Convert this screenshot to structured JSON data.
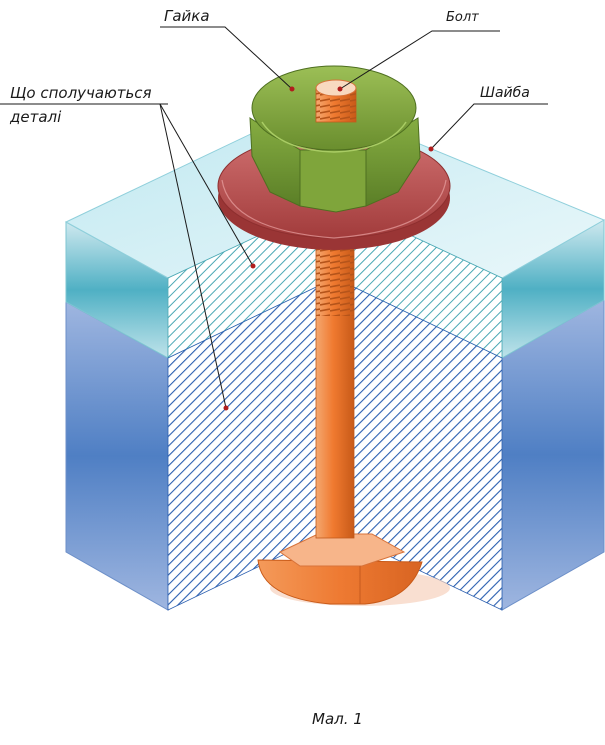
{
  "labels": {
    "nut": "Гайка",
    "bolt": "Болт",
    "washer": "Шайба",
    "mating_line1": "Що  сполучаються",
    "mating_line2": "деталі"
  },
  "caption": "Мал.  1",
  "colors": {
    "nut": "#7ea23c",
    "washer": "#b84b4b",
    "bolt": "#f0823c",
    "upper_plate": "#5fb8cc",
    "lower_plate": "#4f86c6",
    "hatch_upper": "#4aa8b4",
    "hatch_lower": "#2b5fb0",
    "label_dot": "#b11d1d"
  }
}
